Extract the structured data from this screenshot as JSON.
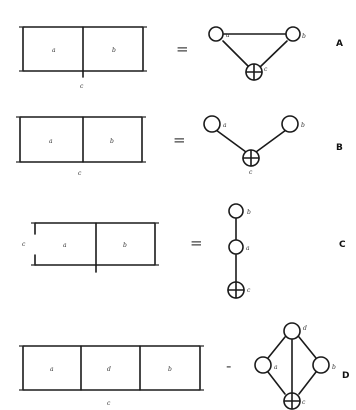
{
  "colors": {
    "ink": "#1a1a1a",
    "background": "#ffffff"
  },
  "rows": [
    {
      "id": "A",
      "row_label": "A",
      "relation": "=",
      "cells": [
        "a",
        "b"
      ],
      "bottom_label": "c",
      "graph_nodes": [
        "a",
        "b",
        "c"
      ],
      "root_node": "c"
    },
    {
      "id": "B",
      "row_label": "B",
      "relation": "=",
      "cells": [
        "a",
        "b"
      ],
      "bottom_label": "c",
      "graph_nodes": [
        "a",
        "b",
        "c"
      ],
      "root_node": "c"
    },
    {
      "id": "C",
      "row_label": "C",
      "relation": "=",
      "side_label": "c",
      "cells": [
        "a",
        "b"
      ],
      "graph_nodes": [
        "b",
        "a",
        "c"
      ],
      "root_node": "c"
    },
    {
      "id": "D",
      "row_label": "D",
      "relation": "-",
      "cells": [
        "a",
        "d",
        "b"
      ],
      "bottom_label": "c",
      "graph_nodes": [
        "d",
        "a",
        "b",
        "c"
      ],
      "root_node": "c"
    }
  ]
}
